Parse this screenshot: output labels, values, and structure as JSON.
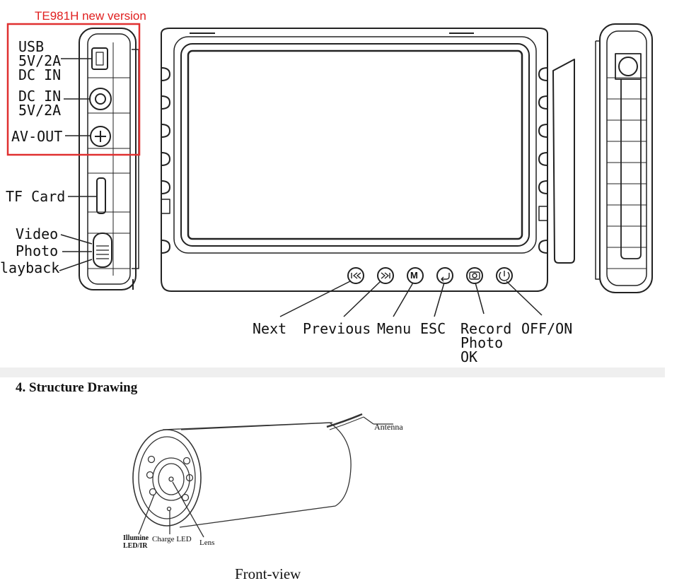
{
  "diagram": {
    "version_note": "TE981H new version",
    "side_ports": {
      "usb": "USB\n5V/2A\nDC IN",
      "dc": "DC IN\n5V/2A",
      "av": "AV-OUT",
      "tf": "TF Card",
      "video": "Video",
      "photo": "Photo",
      "playback": "layback"
    },
    "front_buttons": {
      "next": "Next",
      "previous": "Previous",
      "menu": "Menu",
      "esc": "ESC",
      "record": "Record\nPhoto\nOK",
      "power": "OFF/ON",
      "menu_glyph": "M"
    }
  },
  "section": {
    "number": "4.",
    "title": "Structure Drawing"
  },
  "camera": {
    "antenna": "Antenna",
    "illumine": "Illumine\nLED/IR",
    "charge": "Charge LED",
    "lens": "Lens",
    "caption": "Front-view"
  }
}
